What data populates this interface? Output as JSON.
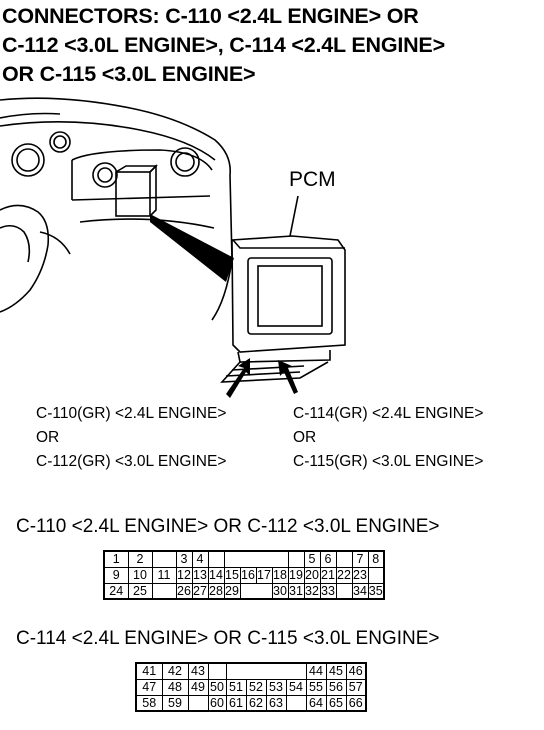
{
  "title_lines": [
    "CONNECTORS: C-110 <2.4L ENGINE> OR",
    "C-112 <3.0L ENGINE>, C-114 <2.4L ENGINE>",
    "OR C-115 <3.0L ENGINE>"
  ],
  "pcm_label": "PCM",
  "left_connector_label": [
    "C-110(GR) <2.4L ENGINE>",
    "OR",
    "C-112(GR) <3.0L ENGINE>"
  ],
  "right_connector_label": [
    "C-114(GR) <2.4L ENGINE>",
    "OR",
    "C-115(GR) <3.0L ENGINE>"
  ],
  "connector1": {
    "heading": "C-110 <2.4L ENGINE> OR C-112 <3.0L ENGINE>",
    "rows": [
      [
        "1",
        "2",
        "",
        "3",
        "4",
        "",
        "",
        "",
        "",
        "",
        "",
        "5",
        "6",
        "",
        "7",
        "8"
      ],
      [
        "9",
        "10",
        "11",
        "12",
        "13",
        "14",
        "15",
        "16",
        "17",
        "18",
        "19",
        "20",
        "21",
        "22",
        "23"
      ],
      [
        "24",
        "25",
        "",
        "26",
        "27",
        "28",
        "29",
        "",
        "30",
        "31",
        "32",
        "33",
        "",
        "34",
        "35"
      ]
    ]
  },
  "connector2": {
    "heading": "C-114 <2.4L ENGINE> OR C-115 <3.0L ENGINE>",
    "rows": [
      [
        "41",
        "42",
        "43",
        "",
        "",
        "",
        "",
        "",
        "44",
        "45",
        "46"
      ],
      [
        "47",
        "48",
        "49",
        "50",
        "51",
        "52",
        "53",
        "54",
        "55",
        "56",
        "57"
      ],
      [
        "58",
        "59",
        "",
        "60",
        "61",
        "62",
        "63",
        "",
        "64",
        "65",
        "66"
      ]
    ]
  }
}
